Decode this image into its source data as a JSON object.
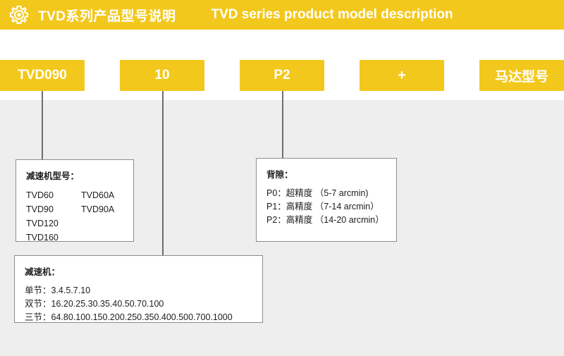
{
  "header": {
    "icon": "gear-icon",
    "title_cn": "TVD系列产品型号说明",
    "title_en": "TVD series product model description",
    "background_color": "#F3C81C",
    "text_color": "#FFFFFF"
  },
  "colors": {
    "accent_yellow": "#F3C81C",
    "panel_gray": "#EEEEEE",
    "line_gray": "#6E6E6E",
    "box_border": "#8C8C8C",
    "text_dark": "#1D1D1D"
  },
  "model_chips": [
    {
      "label": "TVD090",
      "name": "chip-gearbox-size"
    },
    {
      "label": "10",
      "name": "chip-ratio"
    },
    {
      "label": "P2",
      "name": "chip-backlash"
    },
    {
      "label": "+",
      "name": "chip-plus"
    },
    {
      "label": "马达型号",
      "name": "chip-motor-model"
    }
  ],
  "info_boxes": {
    "gearbox_model": {
      "title": "减速机型号：",
      "items": [
        {
          "col1": "TVD60",
          "col2": "TVD60A"
        },
        {
          "col1": "TVD90",
          "col2": "TVD90A"
        },
        {
          "col1": "TVD120",
          "col2": ""
        },
        {
          "col1": "TVD160",
          "col2": ""
        }
      ]
    },
    "backlash": {
      "title": "背隙：",
      "lines": [
        "P0：超精度 （5-7 arcmin)",
        "P1：高精度 （7-14 arcmin）",
        "P2：高精度 （14-20 arcmin）"
      ]
    },
    "ratio": {
      "title": "减速机：",
      "lines": [
        "单节：3.4.5.7.10",
        "双节：16.20.25.30.35.40.50.70.100",
        "三节：64.80.100.150.200.250.350.400.500.700.1000"
      ]
    }
  }
}
